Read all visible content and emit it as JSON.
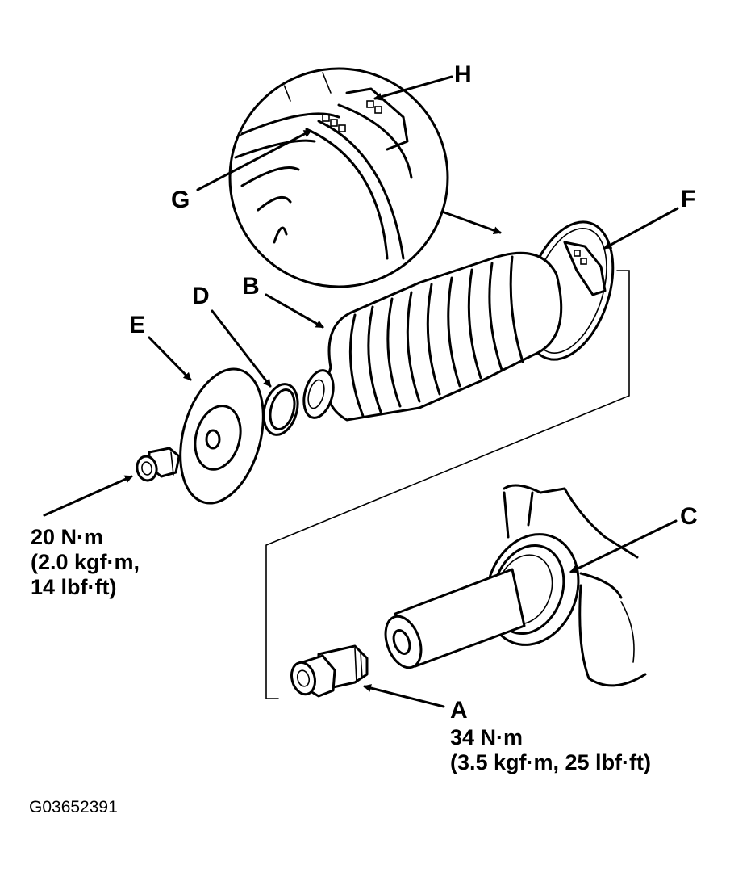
{
  "callouts": {
    "A": "A",
    "B": "B",
    "C": "C",
    "D": "D",
    "E": "E",
    "F": "F",
    "G": "G",
    "H": "H"
  },
  "torque_plug": {
    "line1": "20 N·m",
    "line2": "(2.0 kgf·m,",
    "line3": "14 lbf·ft)"
  },
  "torque_a": {
    "line1": "34 N·m",
    "line2": "(3.5 kgf·m, 25 lbf·ft)"
  },
  "figure_code": "G03652391"
}
